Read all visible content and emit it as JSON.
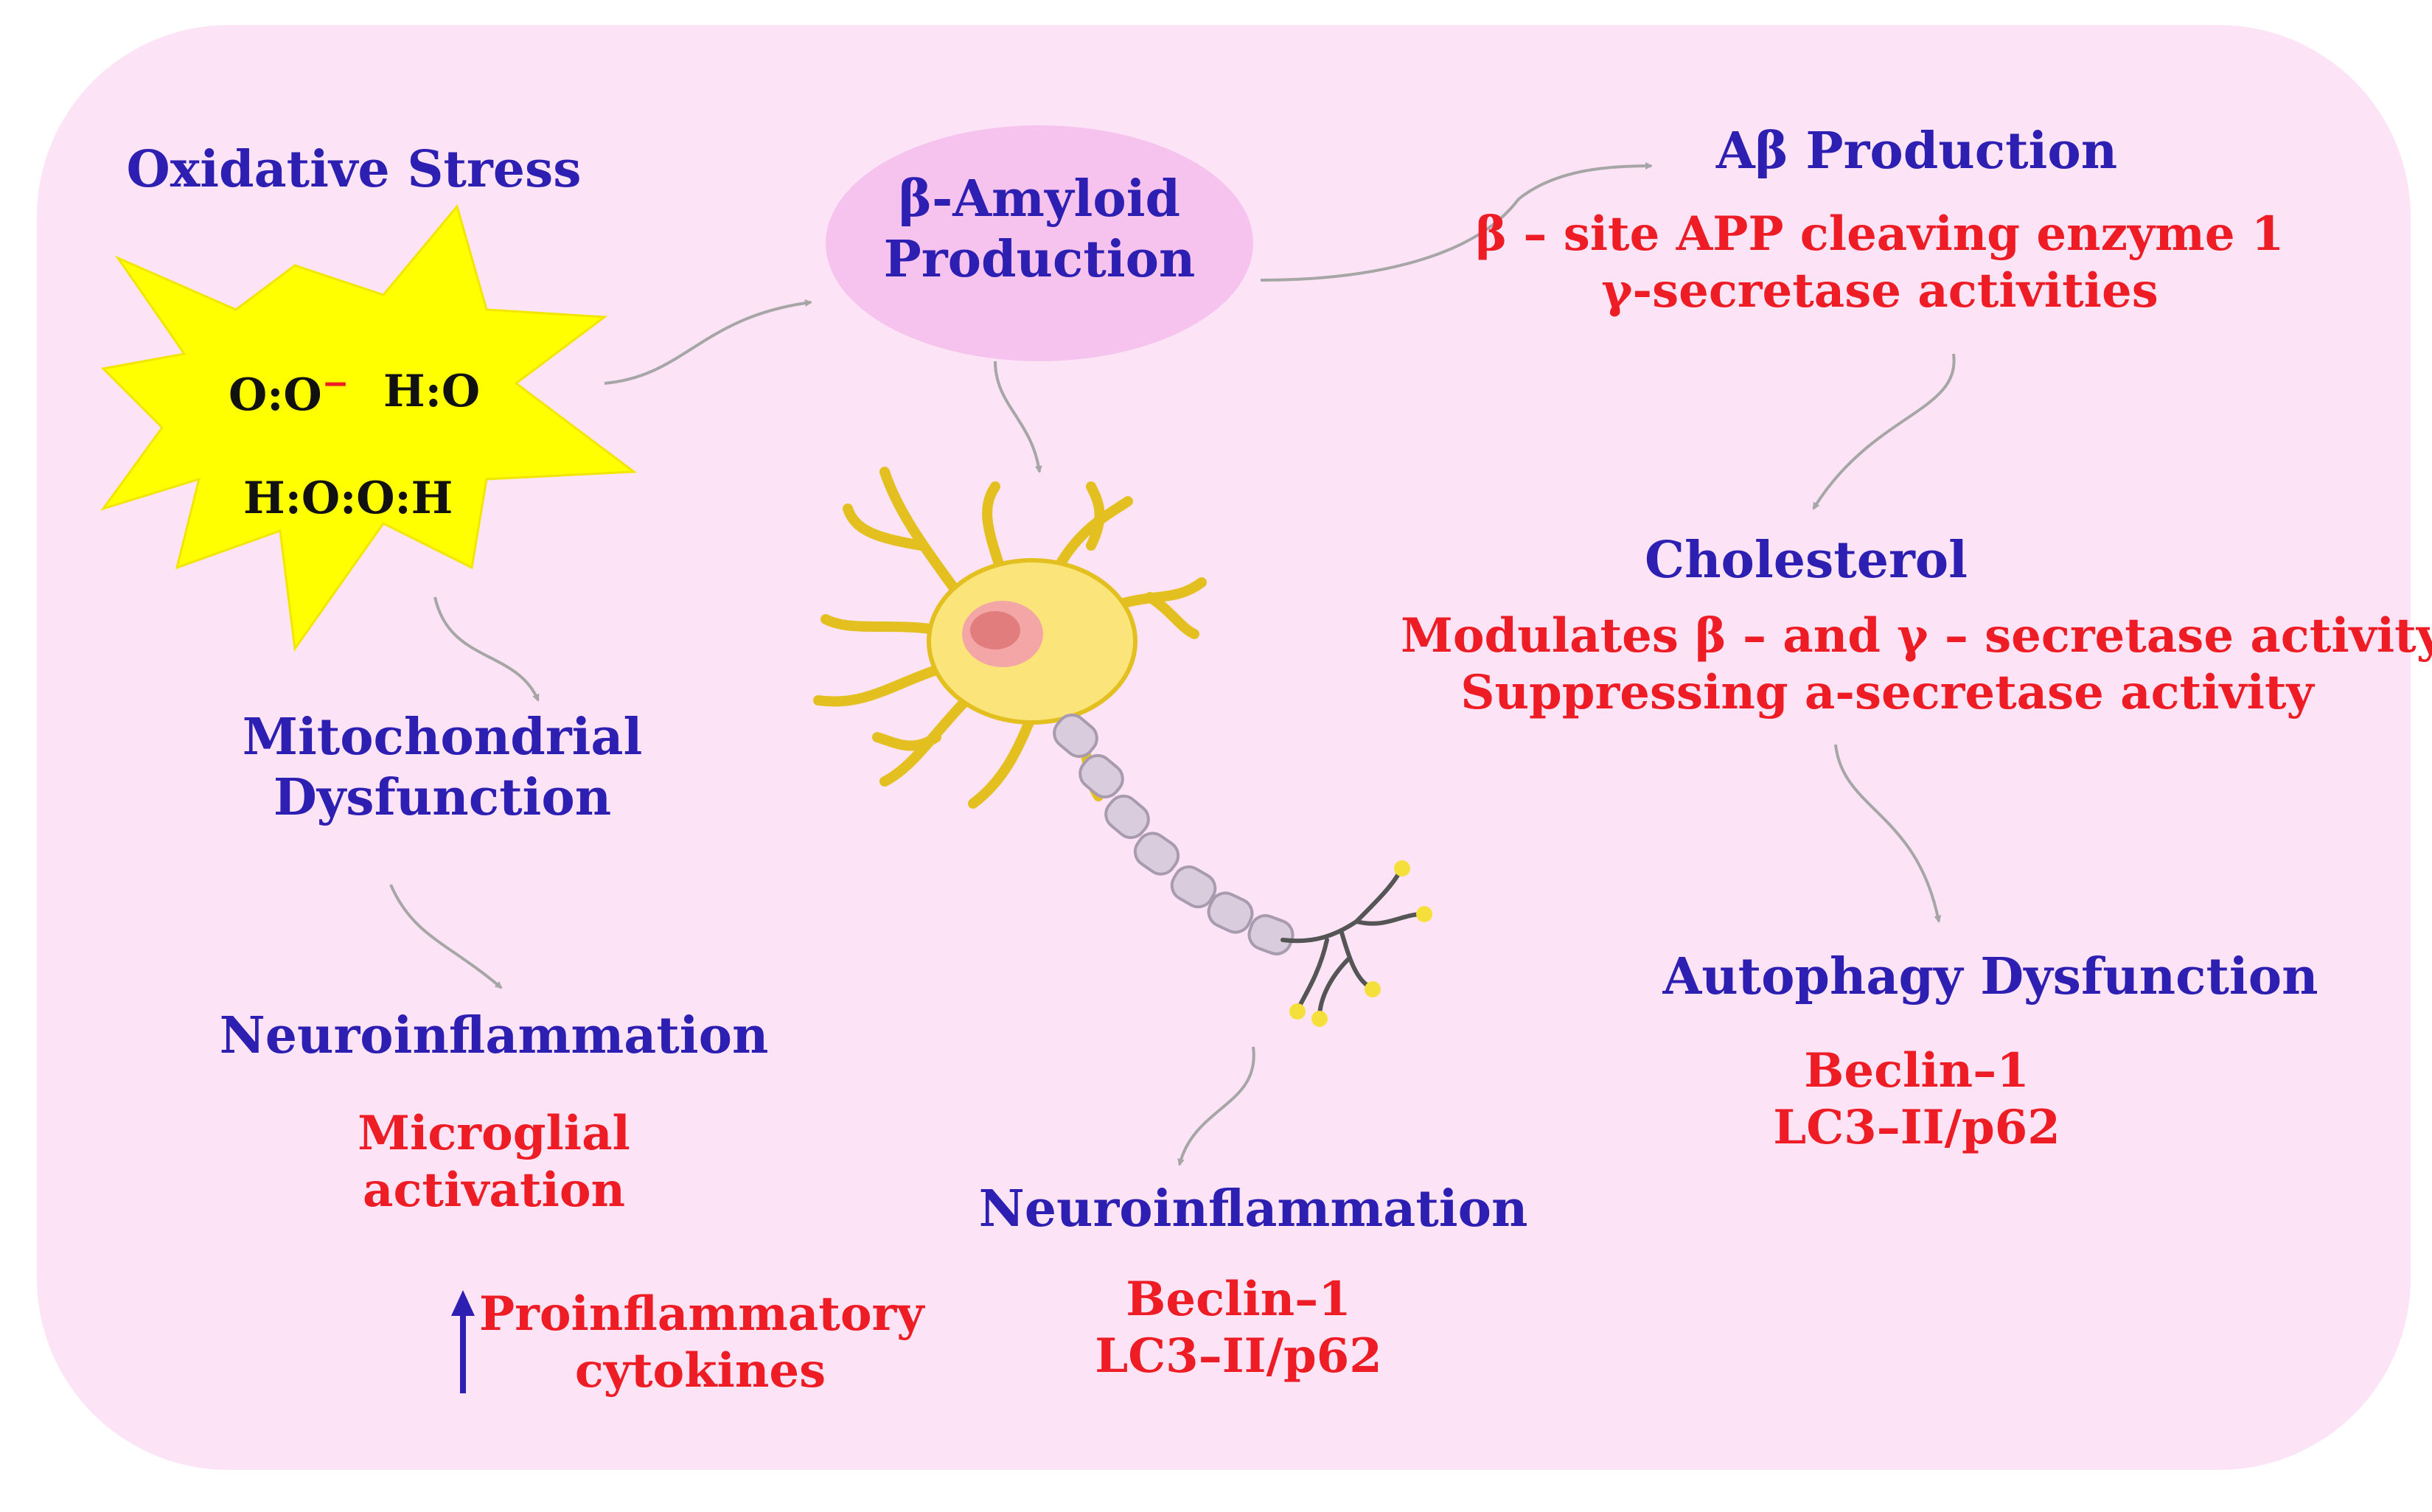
{
  "colors": {
    "heading": "#2e1fb3",
    "detail": "#ee1c24",
    "panel": "#fce4f6",
    "starburst": "#ffff00",
    "arrow": "#a6a6a6",
    "amyloid_ellipse": "#f6c3ee",
    "up_arrow": "#2e1fb3"
  },
  "icons": [
    "starburst-icon",
    "neuron-icon",
    "up-arrow-icon"
  ],
  "oxidative": {
    "title": "Oxidative Stress",
    "molecules": [
      "O:O",
      "H:O",
      "H:O:O:H"
    ],
    "charge": "−"
  },
  "amyloid": {
    "title_line1": "β-Amyloid",
    "title_line2": "Production"
  },
  "ab_production": {
    "title": "Aβ Production",
    "detail_line1": "β – site APP cleaving enzyme 1",
    "detail_line2": "γ-secretase activities"
  },
  "cholesterol": {
    "title": "Cholesterol",
    "detail_line1": "Modulates β – and γ – secretase activity",
    "detail_line2": "Suppressing a-secretase activity"
  },
  "autophagy": {
    "title": "Autophagy Dysfunction",
    "detail_line1": "Beclin–1",
    "detail_line2": "LC3–II/p62"
  },
  "mitochondrial": {
    "title_line1": "Mitochondrial",
    "title_line2": "Dysfunction"
  },
  "neuroinflammation_left": {
    "title": "Neuroinflammation",
    "detail_line1": "Microglial",
    "detail_line2": "activation",
    "cytokines_line1": "Proinflammatory",
    "cytokines_line2": "cytokines"
  },
  "neuroinflammation_center": {
    "title": "Neuroinflammation",
    "detail_line1": "Beclin–1",
    "detail_line2": "LC3–II/p62"
  }
}
